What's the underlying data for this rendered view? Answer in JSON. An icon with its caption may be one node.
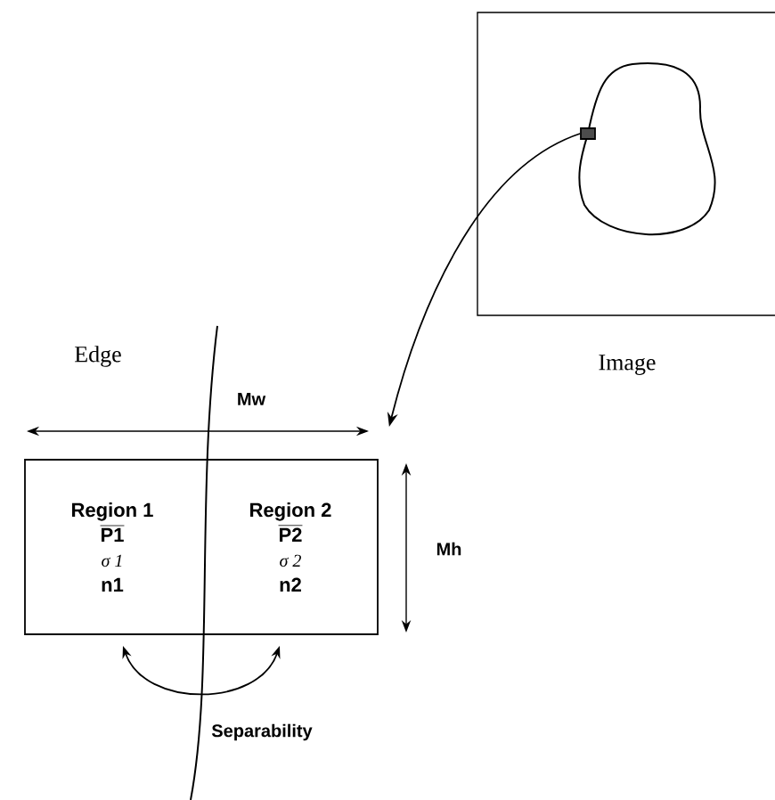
{
  "diagram": {
    "nodes": [
      {
        "text": [
          "Image"
        ]
      },
      {
        "text": [],
        "shape": "box",
        "in": 0
      },
      {
        "text": [],
        "shape": "box"
      },
      {
        "text": [
          "Region 1",
          "P1",
          "σ 1",
          "n1"
        ],
        "in": 2
      },
      {
        "text": [
          "Region 2",
          "P2",
          "σ 2",
          "n2"
        ],
        "in": 2
      }
    ],
    "edges": [
      {
        "from": 1,
        "to": 2,
        "arrow": "to"
      },
      {
        "from": 3,
        "to": 4,
        "arrow": "both",
        "label": "Separability"
      }
    ],
    "labels": [
      "Edge",
      "Mw",
      "Mh"
    ]
  }
}
